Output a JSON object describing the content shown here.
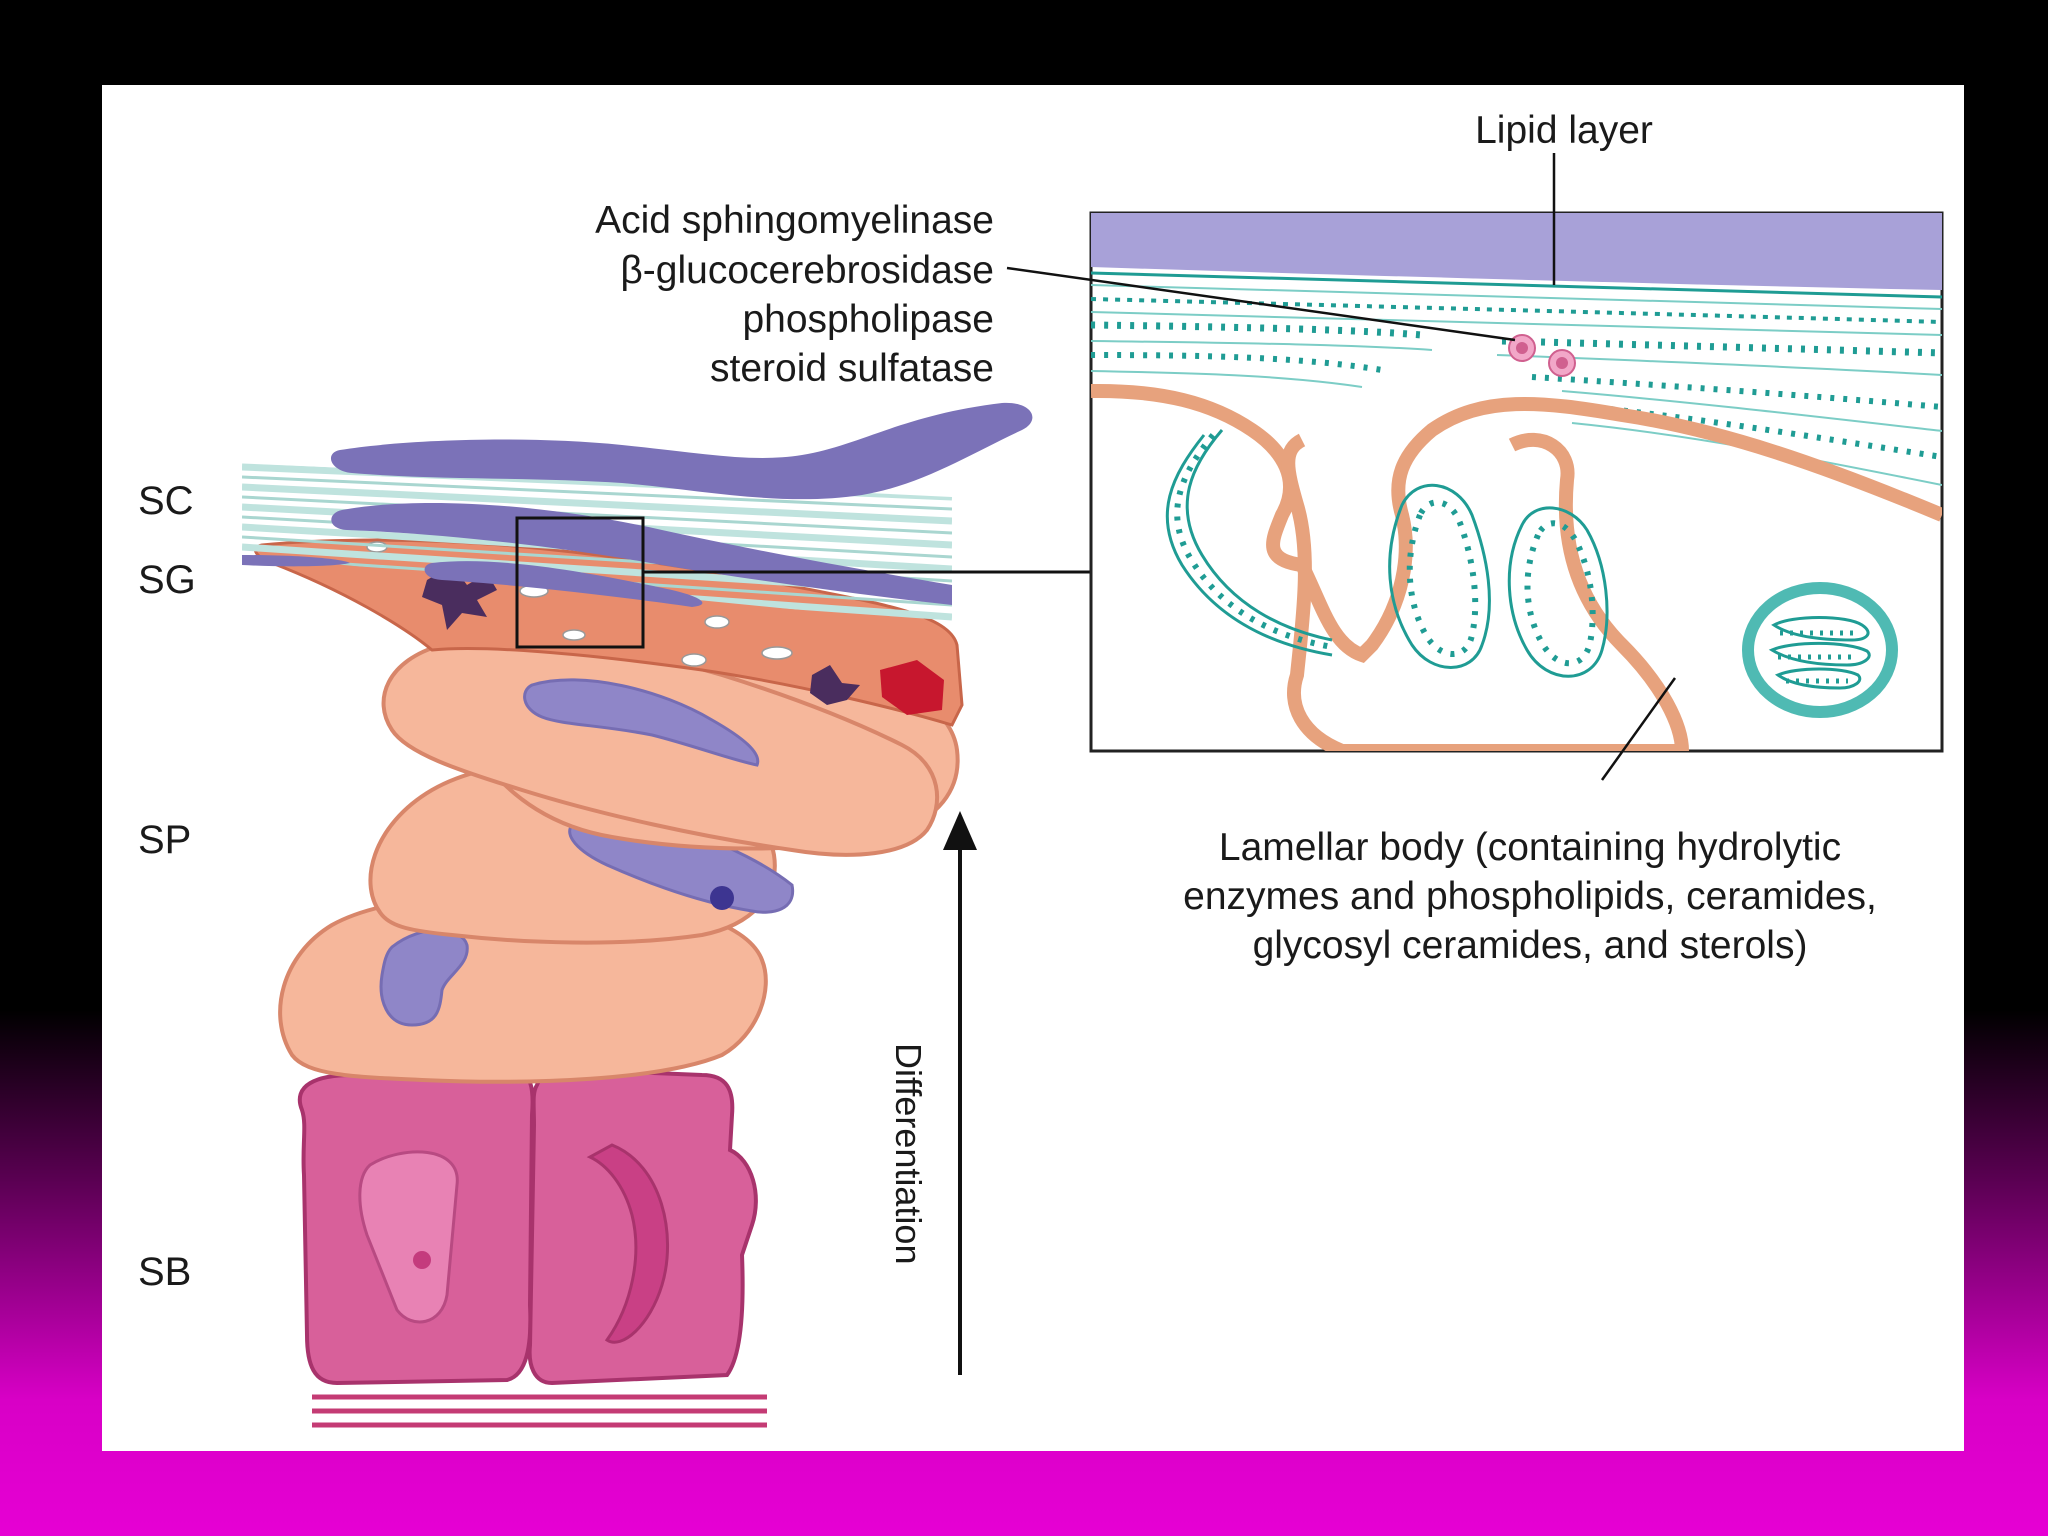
{
  "colors": {
    "outer_background_top": "#000000",
    "outer_background_bottom": "#e600d4",
    "panel": "#ffffff",
    "stratum_corneum": "#7b72b8",
    "lamellae": "#cfe9e6",
    "granular_cell": "#e88c6d",
    "spinous_cell": "#f6b79b",
    "basal_cell": "#d8609a",
    "nucleus": "#8f86c8",
    "lamellar_teal": "#1f9c94",
    "arrow": "#111111"
  },
  "layers": {
    "sc": "SC",
    "sg": "SG",
    "sp": "SP",
    "sb": "SB"
  },
  "arrow_label": "Differentiation",
  "enzymes": {
    "line1": "Acid sphingomyelinase",
    "line2": "β-glucocerebrosidase",
    "line3": "phospholipase",
    "line4": "steroid sulfatase"
  },
  "lipid_layer": "Lipid layer",
  "lamellar_body": {
    "line1": "Lamellar body (containing hydrolytic",
    "line2": "enzymes and phospholipids, ceramides,",
    "line3": "glycosyl ceramides, and sterols)"
  }
}
